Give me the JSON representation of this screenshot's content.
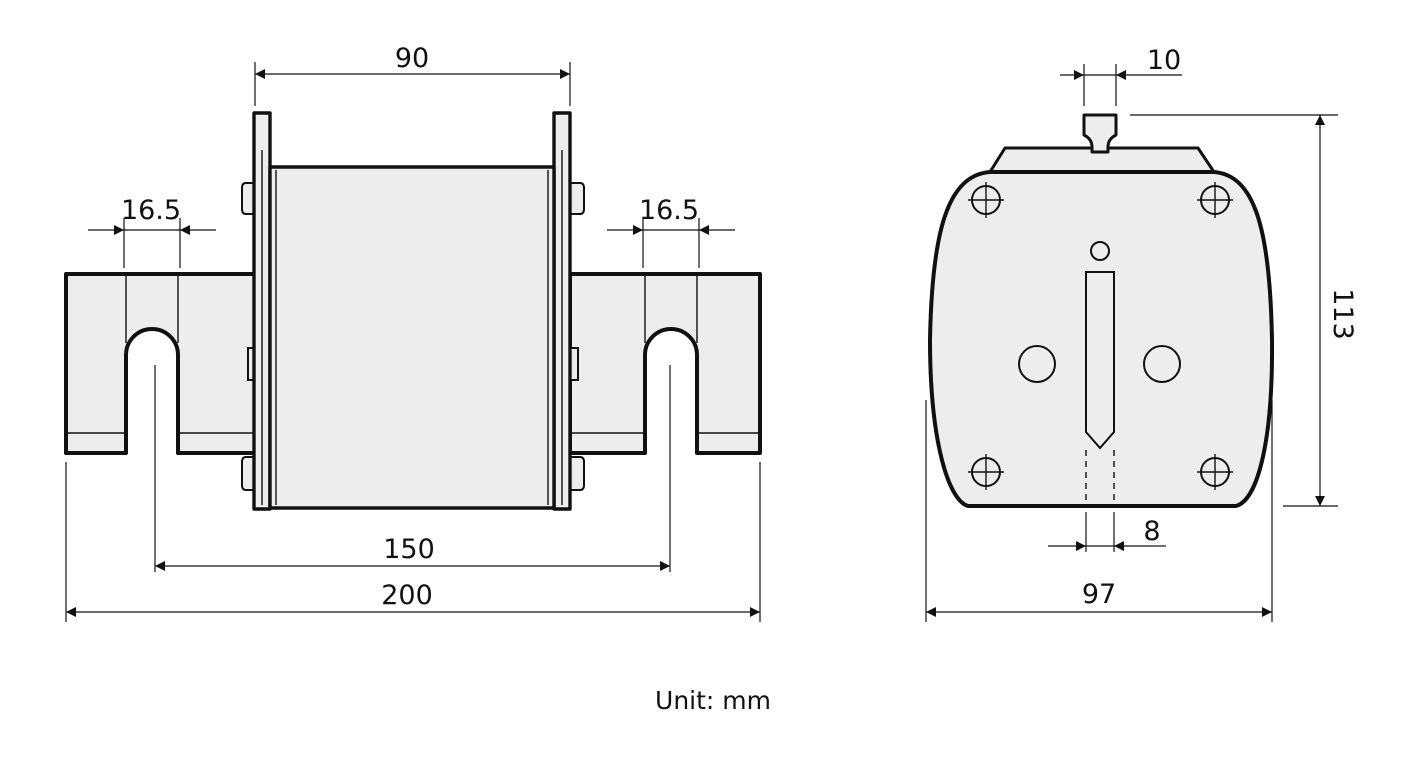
{
  "dimensions": {
    "front_top_width": "90",
    "front_left_slot": "16.5",
    "front_right_slot": "16.5",
    "front_hole_spacing": "150",
    "front_overall_length": "200",
    "side_top_tab": "10",
    "side_height": "113",
    "side_bottom_slot": "8",
    "side_width": "97"
  },
  "footer": {
    "unit_label": "Unit: mm"
  },
  "colors": {
    "line": "#111111",
    "fill": "#ededed",
    "background": "#ffffff"
  }
}
